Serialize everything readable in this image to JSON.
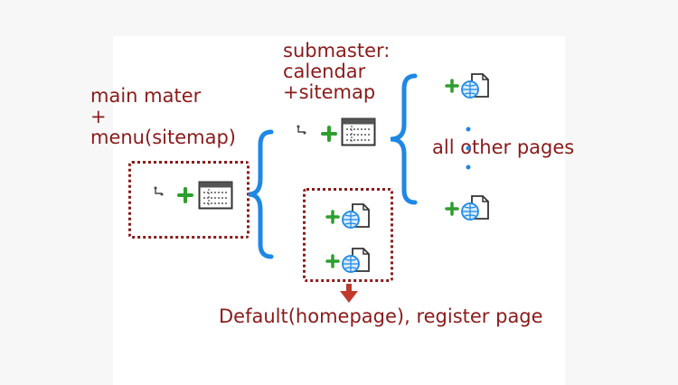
{
  "labels": {
    "main_master": "main mater\n+\nmenu(sitemap)",
    "submaster": "submaster:\ncalendar\n+sitemap",
    "all_other_pages": "all other pages",
    "default_register": "Default(homepage), register page"
  },
  "colors": {
    "label_text": "#8b1a1a",
    "brace": "#1e88e5",
    "plus": "#2e9e2e",
    "globe": "#1e88e5",
    "arrow": "#c0392b"
  },
  "icons": {
    "master_page_icon": "master-page-icon",
    "web_page_icon": "web-page-icon",
    "plus_icon": "plus-icon",
    "tree_connector_icon": "tree-connector-icon"
  }
}
